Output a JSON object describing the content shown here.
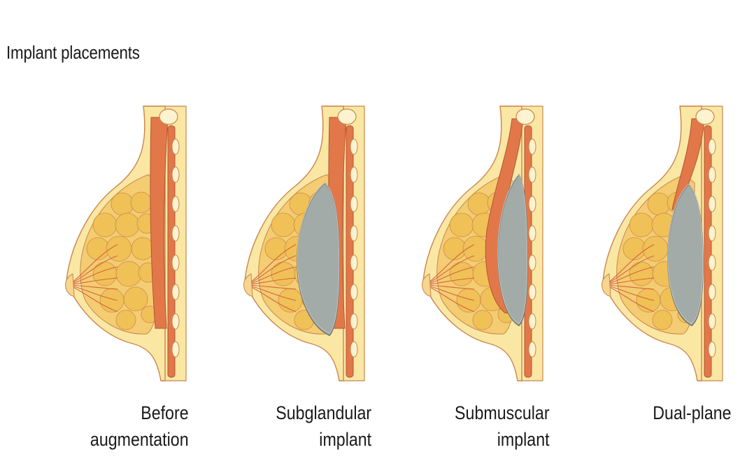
{
  "title": "Implant placements",
  "panels": [
    {
      "id": "before",
      "caption": [
        "Before",
        "augmentation"
      ],
      "implant": "none"
    },
    {
      "id": "subglandular",
      "caption": [
        "Subglandular",
        "implant"
      ],
      "implant": "subglandular"
    },
    {
      "id": "submuscular",
      "caption": [
        "Submuscular",
        "implant"
      ],
      "implant": "submuscular"
    },
    {
      "id": "dualplane",
      "caption": [
        "Dual-plane"
      ],
      "implant": "dual-plane"
    }
  ],
  "colors": {
    "skin": "#fbe7a4",
    "fat": "#f4cc72",
    "lobule": "#f0c055",
    "muscle": "#e2784a",
    "rib": "#fdf3d0",
    "implant": "#a3aba8",
    "outline": "#c9864a"
  }
}
